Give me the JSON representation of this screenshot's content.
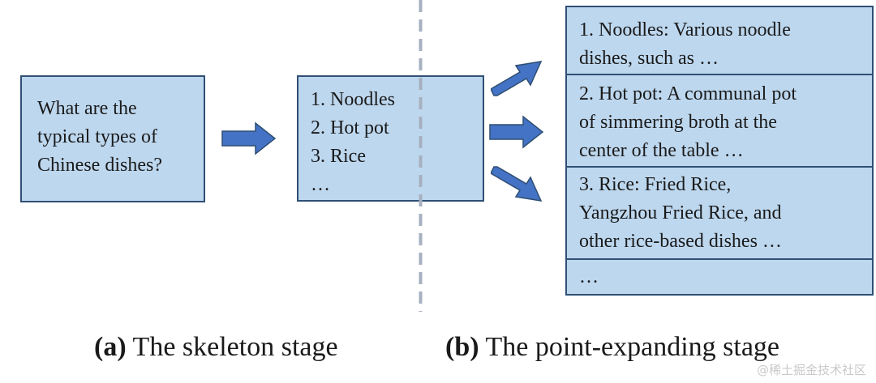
{
  "question": {
    "lines": [
      "What are the",
      "typical types of",
      "Chinese dishes?"
    ]
  },
  "skeleton": {
    "items": [
      "1. Noodles",
      "2. Hot pot",
      "3. Rice",
      "…"
    ]
  },
  "expansion": {
    "rows": [
      {
        "lines": [
          "1. Noodles: Various noodle",
          "dishes, such as …"
        ]
      },
      {
        "lines": [
          "2. Hot pot: A communal pot",
          "of simmering broth at the",
          "center of the table …"
        ]
      },
      {
        "lines": [
          "3. Rice: Fried Rice,",
          "Yangzhou Fried Rice, and",
          "other rice-based dishes …"
        ]
      },
      {
        "lines": [
          "…"
        ]
      }
    ]
  },
  "captions": {
    "a": {
      "tag": "(a)",
      "text": "The skeleton stage"
    },
    "b": {
      "tag": "(b)",
      "text": "The point-expanding stage"
    }
  },
  "watermark": "@稀土掘金技术社区",
  "colors": {
    "box_fill": "#bdd7ee",
    "box_border": "#2f4f74",
    "arrow_fill": "#4472c4",
    "divider": "#a6b0bf"
  }
}
